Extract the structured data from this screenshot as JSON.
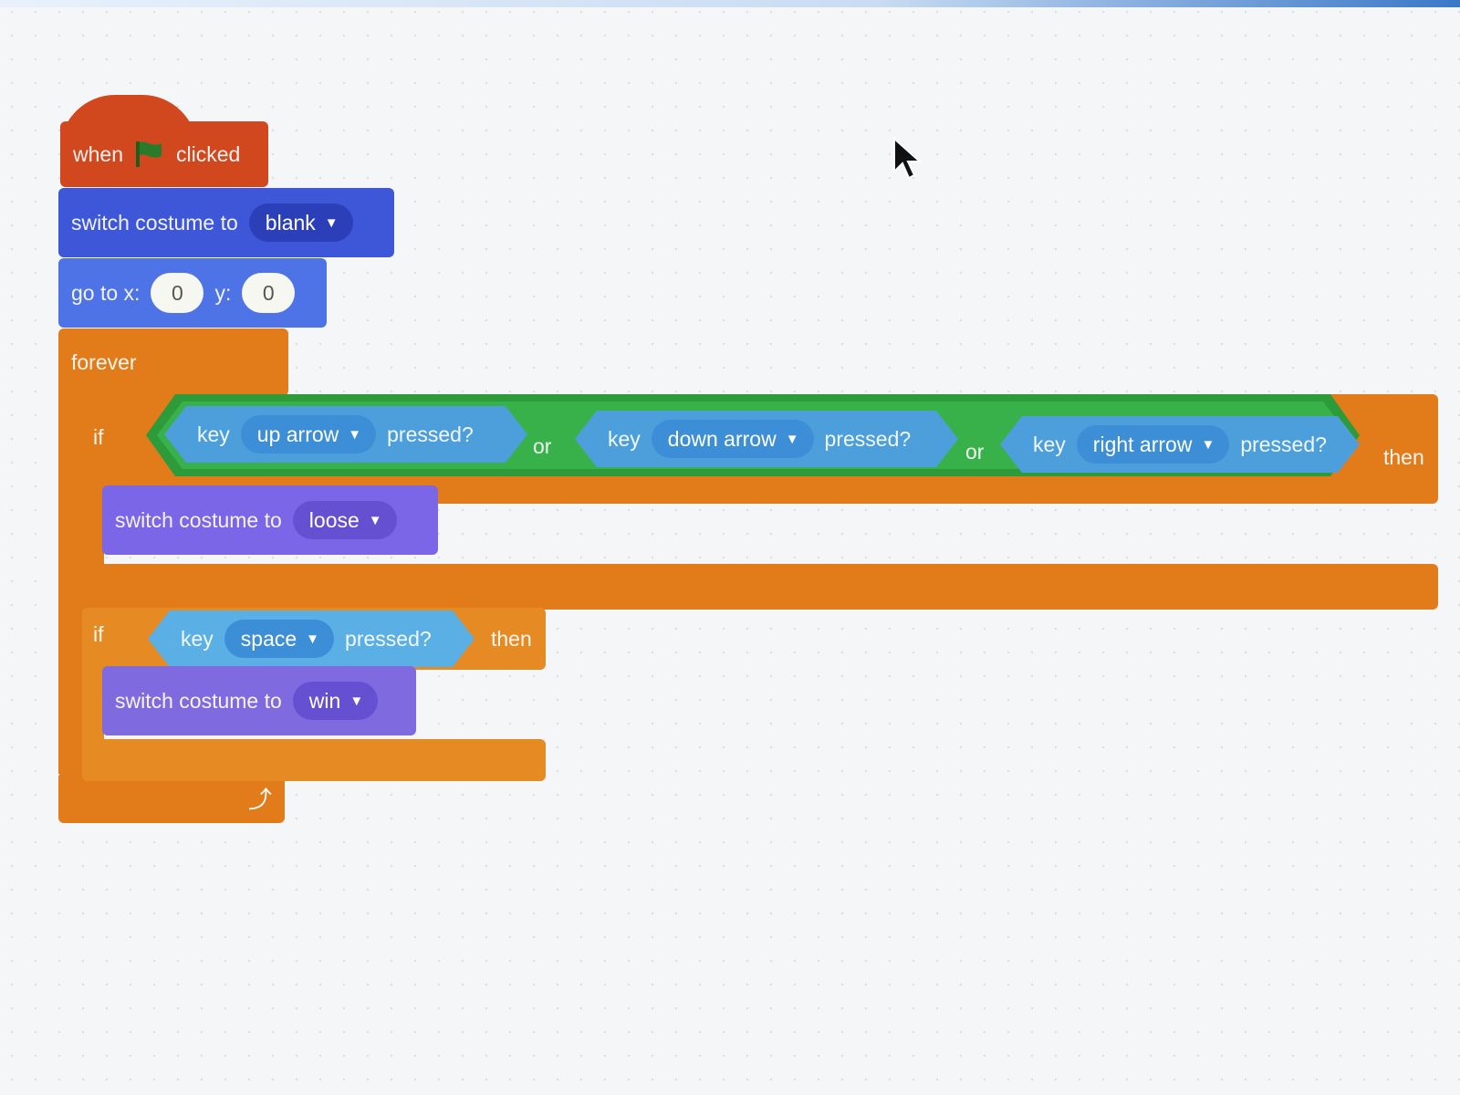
{
  "script": {
    "hat": {
      "when": "when",
      "clicked": "clicked",
      "flag_icon": "green-flag-icon"
    },
    "switch1": {
      "label": "switch costume to",
      "value": "blank"
    },
    "goto": {
      "label_x": "go to x:",
      "x": "0",
      "label_y": "y:",
      "y": "0"
    },
    "forever": {
      "label": "forever",
      "loop_icon": "loop-arrow-icon"
    },
    "if1": {
      "if": "if",
      "cond1": {
        "key": "key",
        "value": "up arrow",
        "pressed": "pressed?"
      },
      "or1": "or",
      "cond2": {
        "key": "key",
        "value": "down arrow",
        "pressed": "pressed?"
      },
      "or2": "or",
      "cond3": {
        "key": "key",
        "value": "right arrow",
        "pressed": "pressed?"
      },
      "then": "then"
    },
    "switch2": {
      "label": "switch costume to",
      "value": "loose"
    },
    "if2": {
      "if": "if",
      "cond": {
        "key": "key",
        "value": "space",
        "pressed": "pressed?"
      },
      "then": "then"
    },
    "switch3": {
      "label": "switch costume to",
      "value": "win"
    }
  },
  "colors": {
    "events": "#d1481e",
    "looks": "#4d73e6",
    "control": "#e27c1b",
    "operators": "#39b14a",
    "sensing": "#4d9fdc"
  }
}
